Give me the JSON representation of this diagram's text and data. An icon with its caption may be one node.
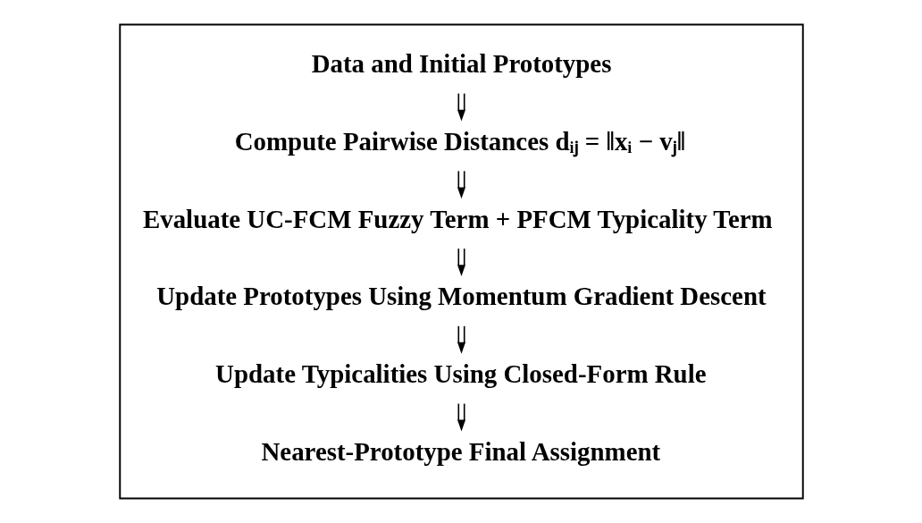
{
  "diagram": {
    "nodes": [
      {
        "text": [],
        "shape": "box"
      },
      {
        "text": [
          "Data and Initial Prototypes"
        ],
        "in": 0
      },
      {
        "text": [
          "Compute Pairwise Distances dᵢⱼ = ‖xᵢ − vⱼ‖"
        ],
        "in": 0
      },
      {
        "text": [
          "Evaluate UC-FCM Fuzzy Term + PFCM Typicality Term"
        ],
        "in": 0
      },
      {
        "text": [
          "Update Prototypes Using Momentum Gradient Descent"
        ],
        "in": 0
      },
      {
        "text": [
          "Update Typicalities Using Closed-Form Rule"
        ],
        "in": 0
      },
      {
        "text": [
          "Nearest-Prototype Final Assignment"
        ],
        "in": 0
      }
    ],
    "edges": [
      {
        "from": 1,
        "to": 2,
        "arrow": "to"
      },
      {
        "from": 2,
        "to": 3,
        "arrow": "to"
      },
      {
        "from": 3,
        "to": 4,
        "arrow": "to"
      },
      {
        "from": 4,
        "to": 5,
        "arrow": "to"
      },
      {
        "from": 5,
        "to": 6,
        "arrow": "to"
      }
    ]
  }
}
